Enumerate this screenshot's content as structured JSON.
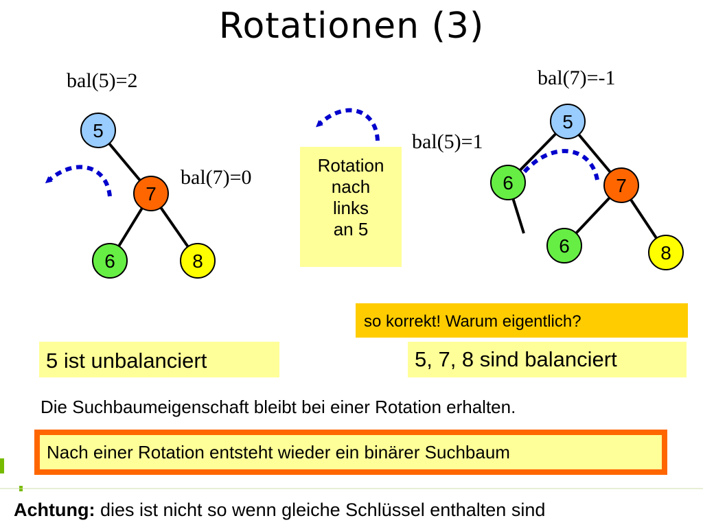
{
  "title": "Rotationen (3)",
  "left_tree": {
    "bal_root": "bal(5)=2",
    "bal_child": "bal(7)=0",
    "nodes": {
      "root": "5",
      "right": "7",
      "right_left": "6",
      "right_right": "8"
    }
  },
  "rotation_label": {
    "line1": "Rotation",
    "line2": "nach",
    "line3": "links",
    "line4": "an 5"
  },
  "right_tree": {
    "bal_root": "bal(7)=-1",
    "bal_left": "bal(5)=1",
    "nodes": {
      "root": "5",
      "left": "6",
      "right": "7",
      "right_left": "6",
      "right_right": "8"
    }
  },
  "callouts": {
    "korrekt": "so korrekt! Warum eigentlich?",
    "unbalanced": "5 ist unbalanciert",
    "balanced": "5, 7, 8 sind balanciert"
  },
  "statement": "Die Suchbaumeigenschaft bleibt bei einer Rotation erhalten.",
  "highlight": "Nach einer Rotation entsteht wieder ein binärer Suchbaum",
  "footer": {
    "bold": "Achtung:",
    "rest": " dies ist nicht so wenn gleiche Schlüssel enthalten sind"
  },
  "colors": {
    "blue_node": "#99ccff",
    "orange_node": "#ff6600",
    "green_node": "#66ee44",
    "yellow_node": "#ffff00",
    "arrow": "#0000cc",
    "yellow_box": "#ffff99",
    "gold_box": "#ffcc00",
    "orange_frame": "#ff6600",
    "accent_green": "#77bb00"
  }
}
